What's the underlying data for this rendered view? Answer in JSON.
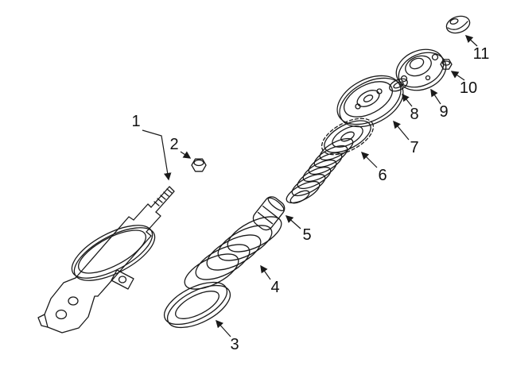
{
  "colors": {
    "background": "#ffffff",
    "line": "#1a1a1a",
    "text": "#111111"
  },
  "diagram": {
    "type": "exploded-parts-diagram",
    "callouts": [
      {
        "id": 1,
        "label": "1"
      },
      {
        "id": 2,
        "label": "2"
      },
      {
        "id": 3,
        "label": "3"
      },
      {
        "id": 4,
        "label": "4"
      },
      {
        "id": 5,
        "label": "5"
      },
      {
        "id": 6,
        "label": "6"
      },
      {
        "id": 7,
        "label": "7"
      },
      {
        "id": 8,
        "label": "8"
      },
      {
        "id": 9,
        "label": "9"
      },
      {
        "id": 10,
        "label": "10"
      },
      {
        "id": 11,
        "label": "11"
      }
    ]
  }
}
